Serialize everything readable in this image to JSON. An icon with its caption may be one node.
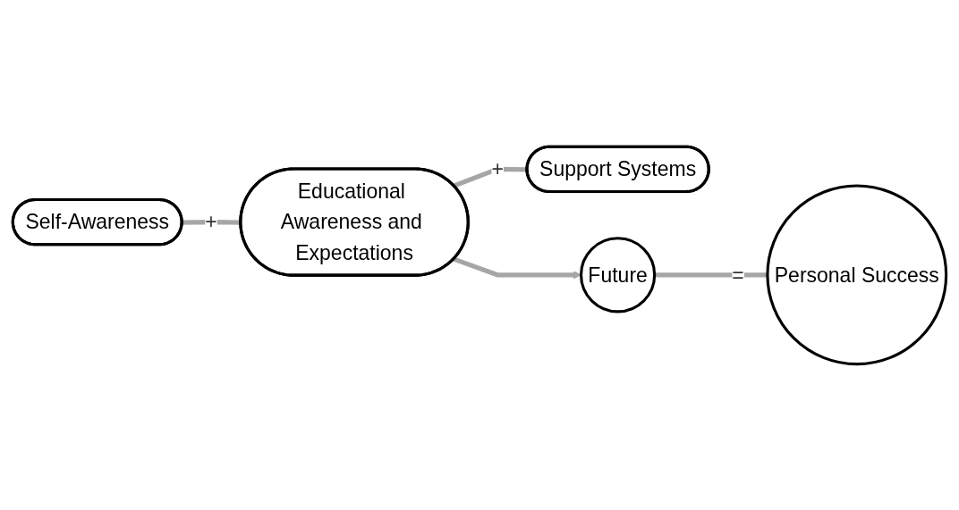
{
  "diagram": {
    "nodes": [
      {
        "text": [
          "Self-Awareness"
        ]
      },
      {
        "text": [
          "Educational Awareness and Expectations"
        ]
      },
      {
        "text": [
          "Support Systems"
        ]
      },
      {
        "text": [
          "Future"
        ]
      },
      {
        "text": [
          "Personal Success"
        ]
      }
    ],
    "edges": [
      {
        "from": 0,
        "to": 1,
        "arrow": "none",
        "label": "+"
      },
      {
        "from": 1,
        "to": 2,
        "arrow": "none",
        "label": "+"
      },
      {
        "from": 1,
        "to": 3,
        "arrow": "to"
      },
      {
        "from": 3,
        "to": 4,
        "arrow": "none",
        "label": "="
      }
    ]
  }
}
